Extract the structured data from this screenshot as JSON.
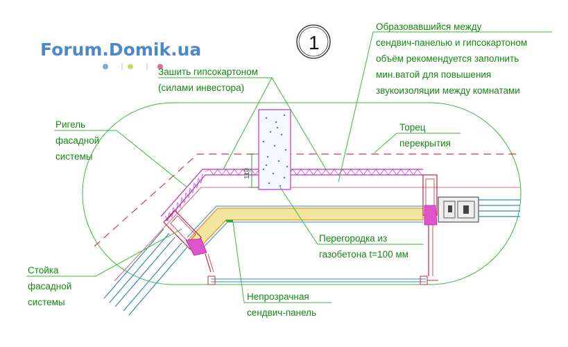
{
  "brand": {
    "text": "Forum.Domik.ua",
    "color": "#4d88c8",
    "dot_colors": [
      "#7fa6d6",
      "#cfd96a",
      "#d9739e"
    ]
  },
  "detail_number": "1",
  "callouts": {
    "gypsum_top": [
      "Зашить гипсокартоном",
      "(силами инвестора)"
    ],
    "void_note": [
      "Образовавшийся между",
      "сендвич-панелью и гипсокартоном",
      "объём рекомендуется заполнить",
      "мин.ватой для повышения",
      "звукоизоляции между комнатами"
    ],
    "rigel": [
      "Ригель",
      "фасадной",
      "системы"
    ],
    "slab_edge": [
      "Торец",
      "перекрытия"
    ],
    "partition": [
      "Перегородка из",
      "газобетона t=100 мм"
    ],
    "post": [
      "Стойка",
      "фасадной",
      "системы"
    ],
    "sandwich": [
      "Непрозрачная",
      "сендвич-панель"
    ]
  },
  "dimension_110": "110",
  "colors": {
    "leader": "#33bb33",
    "slab_dash": "#dd3355",
    "gypsum": "#bb33cc",
    "glass": "#3388bb",
    "insulation": "#f3e6a0"
  }
}
